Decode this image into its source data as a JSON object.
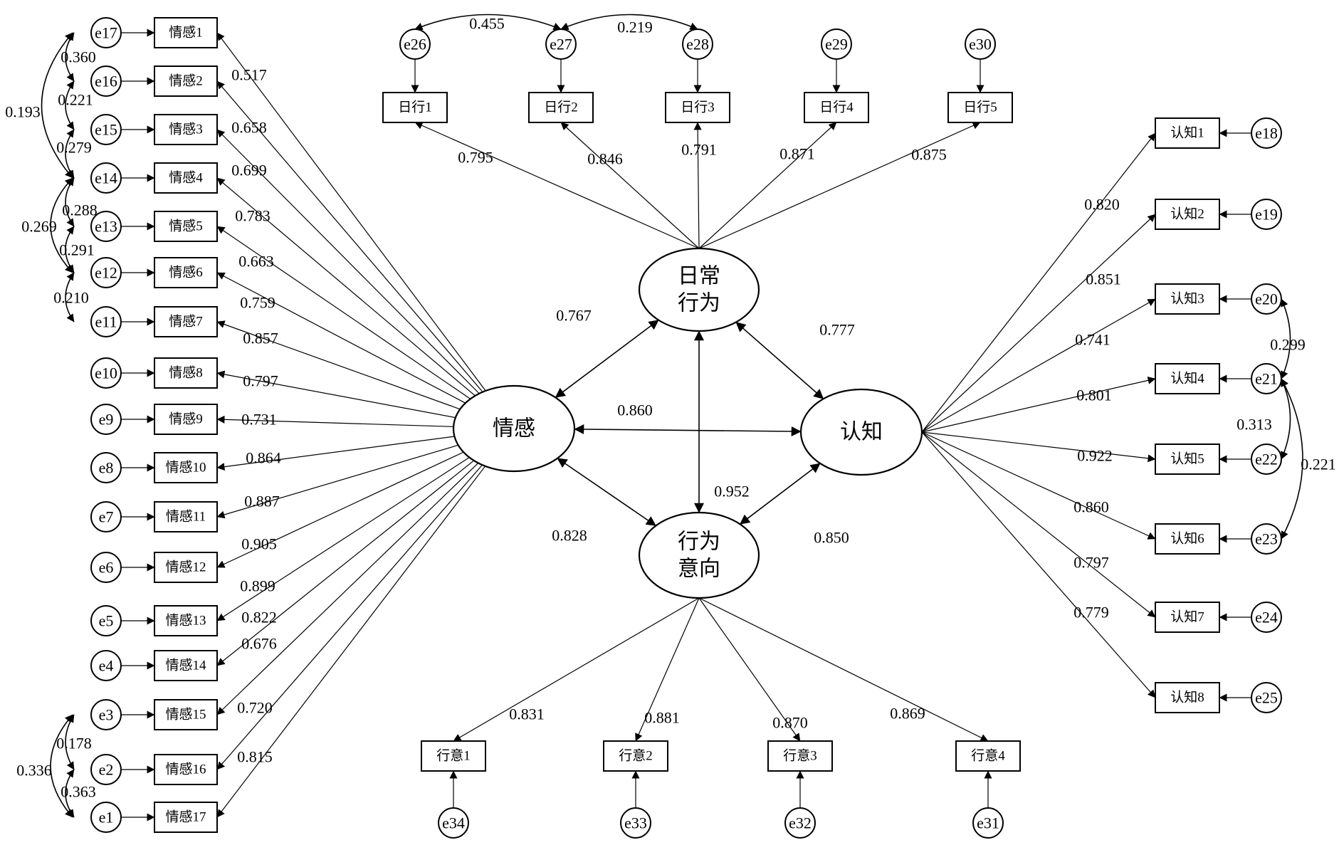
{
  "latents": [
    {
      "id": "L1",
      "lines": [
        "日常",
        "行为"
      ]
    },
    {
      "id": "L2",
      "lines": [
        "情感"
      ]
    },
    {
      "id": "L3",
      "lines": [
        "认知"
      ]
    },
    {
      "id": "L4",
      "lines": [
        "行为",
        "意向"
      ]
    }
  ],
  "latent_correlations": [
    {
      "a": "L1",
      "b": "L2",
      "value": "0.767"
    },
    {
      "a": "L1",
      "b": "L3",
      "value": "0.777"
    },
    {
      "a": "L2",
      "b": "L3",
      "value": "0.860"
    },
    {
      "a": "L1",
      "b": "L4",
      "value": "0.952"
    },
    {
      "a": "L2",
      "b": "L4",
      "value": "0.828"
    },
    {
      "a": "L3",
      "b": "L4",
      "value": "0.850"
    }
  ],
  "emotion_items": [
    {
      "label": "情感1",
      "error": "e17",
      "loading": "0.517"
    },
    {
      "label": "情感2",
      "error": "e16",
      "loading": "0.658"
    },
    {
      "label": "情感3",
      "error": "e15",
      "loading": "0.699"
    },
    {
      "label": "情感4",
      "error": "e14",
      "loading": "0.783"
    },
    {
      "label": "情感5",
      "error": "e13",
      "loading": "0.663"
    },
    {
      "label": "情感6",
      "error": "e12",
      "loading": "0.759"
    },
    {
      "label": "情感7",
      "error": "e11",
      "loading": "0.857"
    },
    {
      "label": "情感8",
      "error": "e10",
      "loading": "0.797"
    },
    {
      "label": "情感9",
      "error": "e9",
      "loading": "0.731"
    },
    {
      "label": "情感10",
      "error": "e8",
      "loading": "0.864"
    },
    {
      "label": "情感11",
      "error": "e7",
      "loading": "0.887"
    },
    {
      "label": "情感12",
      "error": "e6",
      "loading": "0.905"
    },
    {
      "label": "情感13",
      "error": "e5",
      "loading": "0.899"
    },
    {
      "label": "情感14",
      "error": "e4",
      "loading": "0.822"
    },
    {
      "label": "情感15",
      "error": "e3",
      "loading": "0.676"
    },
    {
      "label": "情感16",
      "error": "e2",
      "loading": "0.720"
    },
    {
      "label": "情感17",
      "error": "e1",
      "loading": "0.815"
    }
  ],
  "emotion_error_correlations": [
    {
      "a": "e17",
      "b": "e16",
      "value": "0.360"
    },
    {
      "a": "e16",
      "b": "e15",
      "value": "0.221"
    },
    {
      "a": "e15",
      "b": "e14",
      "value": "0.279"
    },
    {
      "a": "e17",
      "b": "e14",
      "value": "0.193"
    },
    {
      "a": "e14",
      "b": "e13",
      "value": "0.288"
    },
    {
      "a": "e13",
      "b": "e12",
      "value": "0.291"
    },
    {
      "a": "e14",
      "b": "e12",
      "value": "0.269"
    },
    {
      "a": "e12",
      "b": "e11",
      "value": "0.210"
    },
    {
      "a": "e3",
      "b": "e2",
      "value": "0.178"
    },
    {
      "a": "e2",
      "b": "e1",
      "value": "0.363"
    },
    {
      "a": "e3",
      "b": "e1",
      "value": "0.336"
    }
  ],
  "daily_items": [
    {
      "label": "日行1",
      "error": "e26",
      "loading": "0.795"
    },
    {
      "label": "日行2",
      "error": "e27",
      "loading": "0.846"
    },
    {
      "label": "日行3",
      "error": "e28",
      "loading": "0.791"
    },
    {
      "label": "日行4",
      "error": "e29",
      "loading": "0.871"
    },
    {
      "label": "日行5",
      "error": "e30",
      "loading": "0.875"
    }
  ],
  "daily_error_correlations": [
    {
      "a": "e26",
      "b": "e27",
      "value": "0.455"
    },
    {
      "a": "e27",
      "b": "e28",
      "value": "0.219"
    }
  ],
  "cognition_items": [
    {
      "label": "认知1",
      "error": "e18",
      "loading": "0.820"
    },
    {
      "label": "认知2",
      "error": "e19",
      "loading": "0.851"
    },
    {
      "label": "认知3",
      "error": "e20",
      "loading": "0.741"
    },
    {
      "label": "认知4",
      "error": "e21",
      "loading": "0.801"
    },
    {
      "label": "认知5",
      "error": "e22",
      "loading": "0.922"
    },
    {
      "label": "认知6",
      "error": "e23",
      "loading": "0.860"
    },
    {
      "label": "认知7",
      "error": "e24",
      "loading": "0.797"
    },
    {
      "label": "认知8",
      "error": "e25",
      "loading": "0.779"
    }
  ],
  "cognition_error_correlations": [
    {
      "a": "e20",
      "b": "e21",
      "value": "0.299"
    },
    {
      "a": "e21",
      "b": "e22",
      "value": "0.313"
    },
    {
      "a": "e21",
      "b": "e23",
      "value": "0.221"
    }
  ],
  "intention_items": [
    {
      "label": "行意1",
      "error": "e34",
      "loading": "0.831"
    },
    {
      "label": "行意2",
      "error": "e33",
      "loading": "0.881"
    },
    {
      "label": "行意3",
      "error": "e32",
      "loading": "0.870"
    },
    {
      "label": "行意4",
      "error": "e31",
      "loading": "0.869"
    }
  ]
}
